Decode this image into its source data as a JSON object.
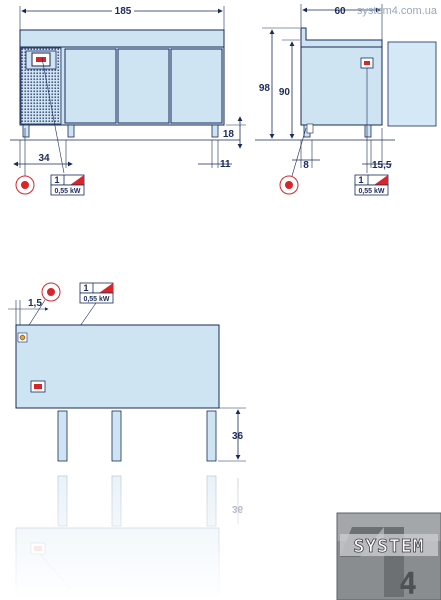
{
  "watermark": "system4.com.ua",
  "front_view": {
    "width": "185",
    "socket_offset": "34",
    "leg_height": "18",
    "leg_offset": "11"
  },
  "side_view": {
    "depth": "60",
    "total_height": "98",
    "body_height": "90",
    "left_offset": "8",
    "right_offset": "15,5"
  },
  "top_view": {
    "offset": "1,5",
    "leg_height": "36",
    "leg_height_reflection": "36"
  },
  "connection": {
    "phase": "1",
    "power": "0,55 kW"
  },
  "logo": {
    "text": "SYSTEM",
    "number": "4"
  },
  "colors": {
    "line": "#1a2a5a",
    "fill": "#cfe4f3",
    "accent": "#d9252a",
    "door": "#d4e8f6"
  }
}
